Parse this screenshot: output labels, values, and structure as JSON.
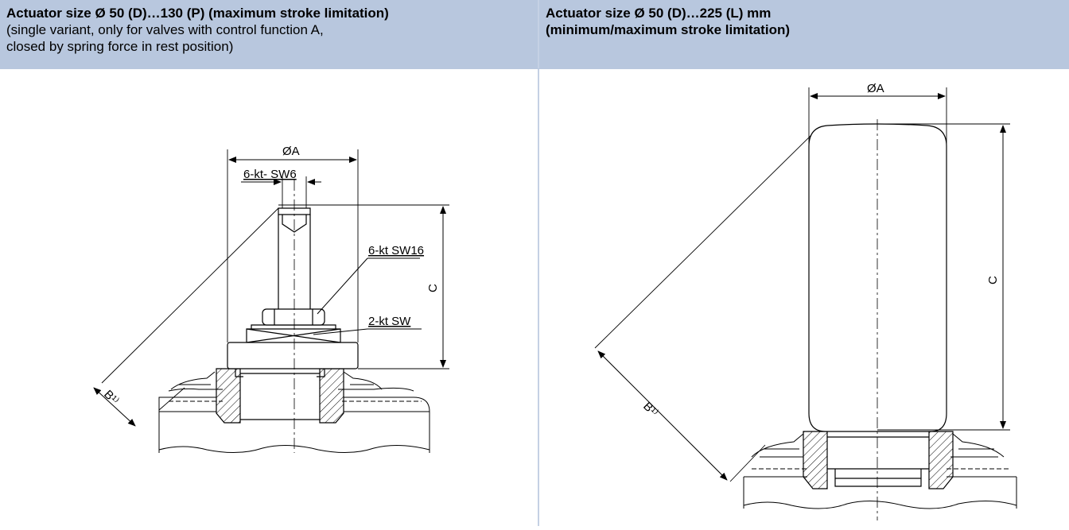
{
  "left": {
    "title": "Actuator size Ø 50 (D)…130 (P) (maximum stroke limitation)",
    "subtitle_line1": "(single variant, only for valves with control function A,",
    "subtitle_line2": "closed by spring force in rest position)",
    "labels": {
      "diameter": "ØA",
      "hex_small": "6-kt- SW6",
      "hex_large": "6-kt SW16",
      "flat": "2-kt SW",
      "height": "C",
      "diagonal": "B¹⁾"
    }
  },
  "right": {
    "title_line1": "Actuator size Ø 50 (D)…225 (L) mm",
    "title_line2": "(minimum/maximum stroke limitation)",
    "labels": {
      "diameter": "ØA",
      "height": "C",
      "diagonal": "B¹⁾"
    }
  },
  "colors": {
    "header_bg": "#b8c7de",
    "separator": "#c5d1e4",
    "line": "#000000"
  }
}
